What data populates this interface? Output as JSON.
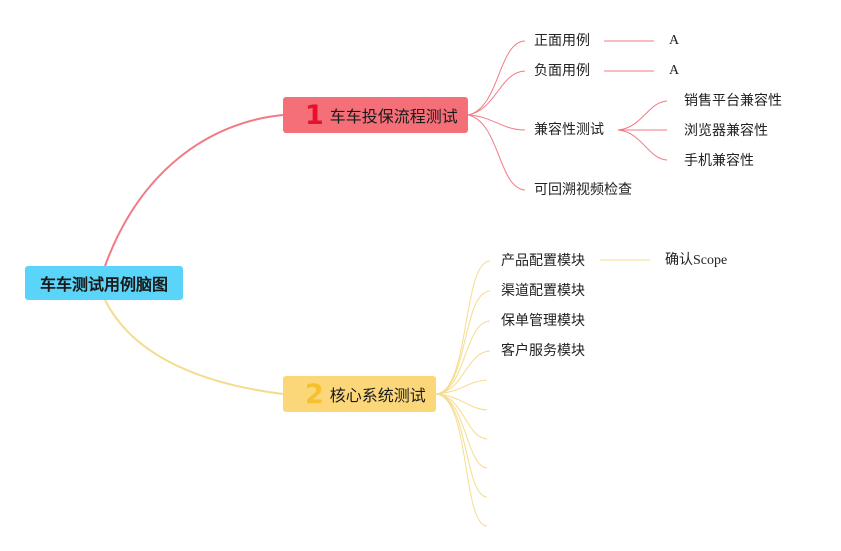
{
  "root": {
    "label": "车车测试用例脑图"
  },
  "branches": [
    {
      "number": "1",
      "label": "车车投保流程测试",
      "color": "#f56f78",
      "number_color": "#e8112c",
      "line_color": "#f27a86",
      "children": [
        {
          "label": "正面用例",
          "children": [
            {
              "label": "A"
            }
          ]
        },
        {
          "label": "负面用例",
          "children": [
            {
              "label": "A"
            }
          ]
        },
        {
          "label": "兼容性测试",
          "children": [
            {
              "label": "销售平台兼容性"
            },
            {
              "label": "浏览器兼容性"
            },
            {
              "label": "手机兼容性"
            }
          ]
        },
        {
          "label": "可回溯视频检查"
        }
      ]
    },
    {
      "number": "2",
      "label": "核心系统测试",
      "color": "#fbd77a",
      "number_color": "#f5c12e",
      "line_color": "#f5dc8c",
      "children": [
        {
          "label": "产品配置模块",
          "children": [
            {
              "label": "确认Scope"
            }
          ]
        },
        {
          "label": "渠道配置模块"
        },
        {
          "label": "保单管理模块"
        },
        {
          "label": "客户服务模块"
        },
        {
          "label": ""
        },
        {
          "label": ""
        },
        {
          "label": ""
        },
        {
          "label": ""
        },
        {
          "label": ""
        },
        {
          "label": ""
        }
      ]
    }
  ],
  "root_color": "#5ad4f8"
}
